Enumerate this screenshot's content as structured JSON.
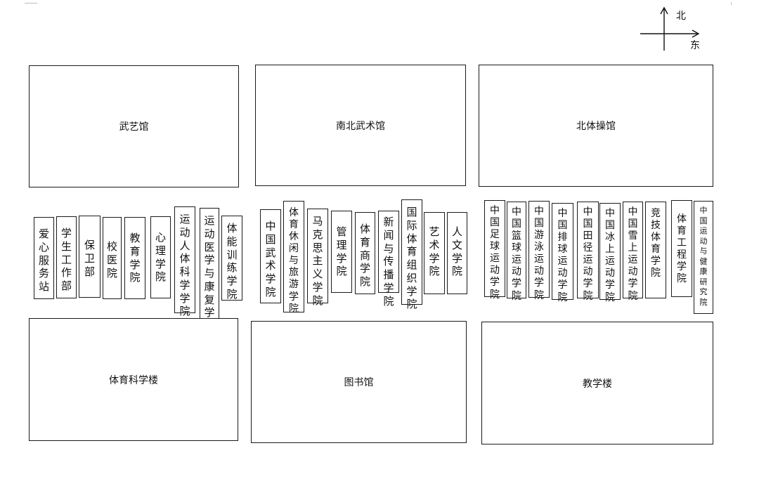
{
  "compass": {
    "north_label": "北",
    "east_label": "东"
  },
  "top_buildings": {
    "wuyi": "武艺馆",
    "nanbei": "南北武术馆",
    "beiti": "北体操馆"
  },
  "bottom_buildings": {
    "keyan": "体育科学楼",
    "library": "图书馆",
    "teaching": "教学楼"
  },
  "west_units": {
    "aixin": "爱心服务站",
    "xuesheng": "学生工作部",
    "baowei": "保卫部",
    "xiaoyi": "校医院",
    "jiaoyu": "教育学院",
    "xinli": "心理学院",
    "renti": "运动人体科学学院",
    "yixue": "运动医学与康复学院",
    "tineng": "体能训练学院"
  },
  "middle_units": {
    "wushu": "中国武术学院",
    "xiuxian": "体育休闲与旅游学院",
    "makesi": "马克思主义学院",
    "guanli": "管理学院",
    "shang": "体育商学院",
    "xinwen": "新闻与传播学院",
    "guoji": "国际体育组织学院",
    "yishu": "艺术学院",
    "renwen": "人文学院"
  },
  "east_units": {
    "zuqiu": "中国足球运动学院",
    "lanqiu": "中国篮球运动学院",
    "youyong": "中国游泳运动学院",
    "paiqiu": "中国排球运动学院",
    "tianjing": "中国田径运动学院",
    "bingshang": "中国冰上运动学院",
    "xueshang": "中国雪上运动学院",
    "jingji": "竞技体育学院",
    "gongcheng": "体育工程学院",
    "jiankang": "中国运动与健康研究院"
  }
}
